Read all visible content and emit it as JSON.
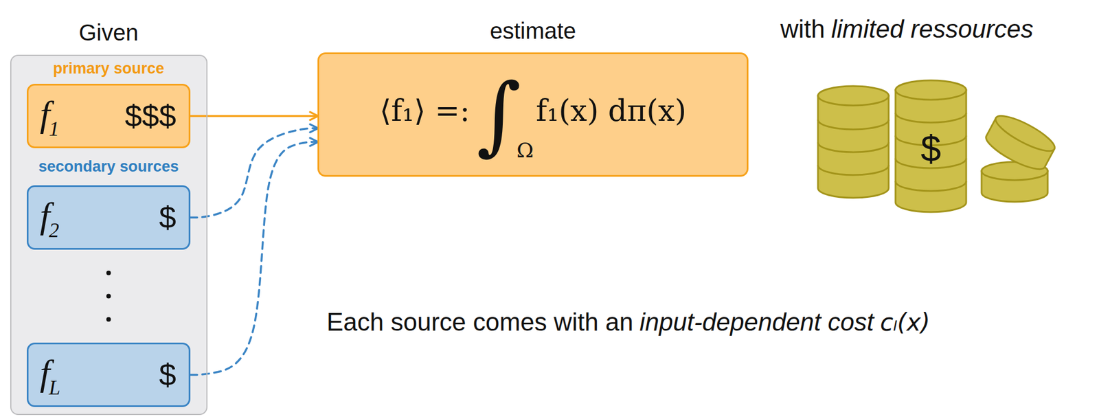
{
  "diagram": {
    "nodes": [
      {
        "text": [
          "Given",
          "primary source",
          "secondary sources"
        ]
      },
      {
        "text": [
          "f",
          "1",
          "$$$"
        ],
        "in": 0
      },
      {
        "text": [
          "f",
          "2",
          "$"
        ],
        "in": 0
      },
      {
        "text": [
          "f",
          "L",
          "$"
        ],
        "in": 0
      },
      {
        "text": [
          "estimate",
          "⟨f₁⟩ =:",
          "∫",
          "Ω",
          "f₁(x) dπ(x)"
        ]
      }
    ],
    "edges": [
      {
        "from": 1,
        "to": 4,
        "arrow": "to"
      },
      {
        "from": 2,
        "to": 4,
        "arrow": "to"
      },
      {
        "from": 3,
        "to": 4,
        "arrow": "to"
      }
    ],
    "labels": [
      "with",
      "limited ressources",
      "$",
      "Each source comes with an",
      "input-dependent cost",
      "cₗ(x)"
    ]
  }
}
